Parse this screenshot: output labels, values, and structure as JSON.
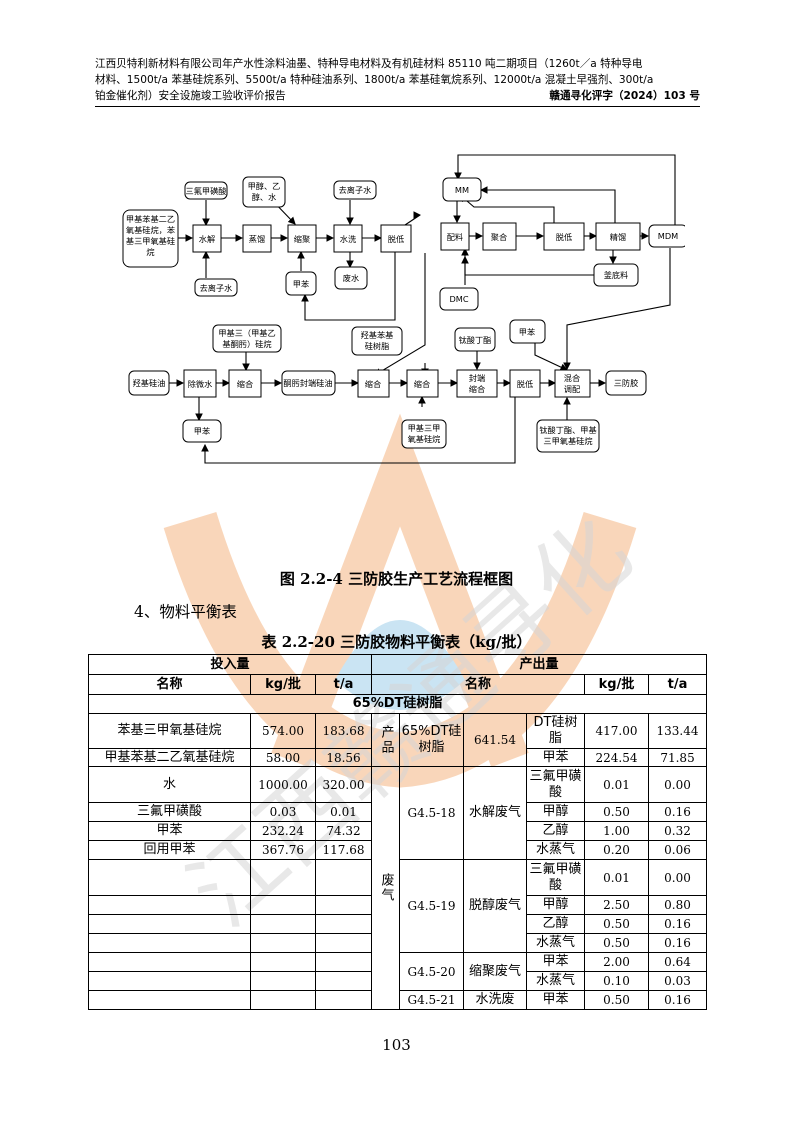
{
  "header": {
    "line1": "江西贝特利新材料有限公司年产水性涂料油墨、特种导电材料及有机硅材料 85110 吨二期项目（1260t／a 特种导电",
    "line2": "材料、1500t/a 苯基硅烷系列、5500t/a 特种硅油系列、1800t/a 苯基硅氧烷系列、12000t/a 混凝土早强剂、300t/a",
    "line3": "铂金催化剂）安全设施竣工验收评价报告",
    "ref": "赣通寻化评字（2024）103 号"
  },
  "flowchart": {
    "n1": [
      "甲基苯基二乙",
      "氧基硅烷，苯",
      "基三甲氧基硅",
      "烷"
    ],
    "n2": "三氟甲磺酸",
    "n3": "水解",
    "n4": "去离子水",
    "n5": "蒸馏",
    "n6": [
      "甲醇、乙",
      "醇、水"
    ],
    "n7": "缩聚",
    "n8": "甲苯",
    "n9": "水洗",
    "n10": "去离子水",
    "n11": "废水",
    "n12": "脱低",
    "n13": "MM",
    "n14": "配料",
    "n15": "聚合",
    "n16": "脱低",
    "n17": "精馏",
    "n18": "MDM",
    "n19": "釜底料",
    "n20": "DMC",
    "n21": [
      "甲基三（甲基乙",
      "基酮肟）硅烷"
    ],
    "n22": "羟基硅油",
    "n23": "除微水",
    "n24": "缩合",
    "n25": "甲苯",
    "n26": "酮肟封端硅油",
    "n27": "缩合",
    "n28": [
      "羟基苯基",
      "硅树脂"
    ],
    "n29": "缩合",
    "n30": [
      "甲基三甲",
      "氧基硅烷"
    ],
    "n31": "钛酸丁酯",
    "n32": [
      "封端",
      "缩合"
    ],
    "n33": "脱低",
    "n34": "甲苯",
    "n35": [
      "混合",
      "调配"
    ],
    "n36": "三防胶",
    "n37": [
      "钛酸丁酯、甲基",
      "三甲氧基硅烷"
    ]
  },
  "figure_caption": "图 2.2-4 三防胶生产工艺流程框图",
  "section_heading": "4、物料平衡表",
  "table_caption": "表 2.2-20 三防胶物料平衡表（kg/批）",
  "table": {
    "input_header": "投入量",
    "output_header": "产出量",
    "col_name": "名称",
    "col_kgbatch": "kg/批",
    "col_ta": "t/a",
    "group_title": "65%DT硅树脂",
    "inputs": [
      {
        "name": "苯基三甲氧基硅烷",
        "kg": "574.00",
        "ta": "183.68"
      },
      {
        "name": "甲基苯基二乙氧基硅烷",
        "kg": "58.00",
        "ta": "18.56"
      },
      {
        "name": "水",
        "kg": "1000.00",
        "ta": "320.00"
      },
      {
        "name": "三氟甲磺酸",
        "kg": "0.03",
        "ta": "0.01"
      },
      {
        "name": "甲苯",
        "kg": "232.24",
        "ta": "74.32"
      },
      {
        "name": "回用甲苯",
        "kg": "367.76",
        "ta": "117.68"
      }
    ],
    "cat_product": "产品",
    "cat_waste": "废气",
    "product": {
      "name": "65%DT硅树脂",
      "total": "641.54",
      "rows": [
        {
          "name": "DT硅树脂",
          "kg": "417.00",
          "ta": "133.44"
        },
        {
          "name": "甲苯",
          "kg": "224.54",
          "ta": "71.85"
        }
      ]
    },
    "g1": {
      "code": "G4.5-18",
      "name": "水解废气",
      "rows": [
        {
          "name": "三氟甲磺酸",
          "kg": "0.01",
          "ta": "0.00"
        },
        {
          "name": "甲醇",
          "kg": "0.50",
          "ta": "0.16"
        },
        {
          "name": "乙醇",
          "kg": "1.00",
          "ta": "0.32"
        },
        {
          "name": "水蒸气",
          "kg": "0.20",
          "ta": "0.06"
        }
      ]
    },
    "g2": {
      "code": "G4.5-19",
      "name": "脱醇废气",
      "rows": [
        {
          "name": "三氟甲磺酸",
          "kg": "0.01",
          "ta": "0.00"
        },
        {
          "name": "甲醇",
          "kg": "2.50",
          "ta": "0.80"
        },
        {
          "name": "乙醇",
          "kg": "0.50",
          "ta": "0.16"
        },
        {
          "name": "水蒸气",
          "kg": "0.50",
          "ta": "0.16"
        }
      ]
    },
    "g3": {
      "code": "G4.5-20",
      "name": "缩聚废气",
      "rows": [
        {
          "name": "甲苯",
          "kg": "2.00",
          "ta": "0.64"
        },
        {
          "name": "水蒸气",
          "kg": "0.10",
          "ta": "0.03"
        }
      ]
    },
    "g4": {
      "code": "G4.5-21",
      "name": "水洗废",
      "rows": [
        {
          "name": "甲苯",
          "kg": "0.50",
          "ta": "0.16"
        }
      ]
    }
  },
  "page_number": "103",
  "colors": {
    "watermark_orange": "#f7c9a4",
    "watermark_blue": "#b9dcef",
    "watermark_gray": "#c8c8c8"
  }
}
